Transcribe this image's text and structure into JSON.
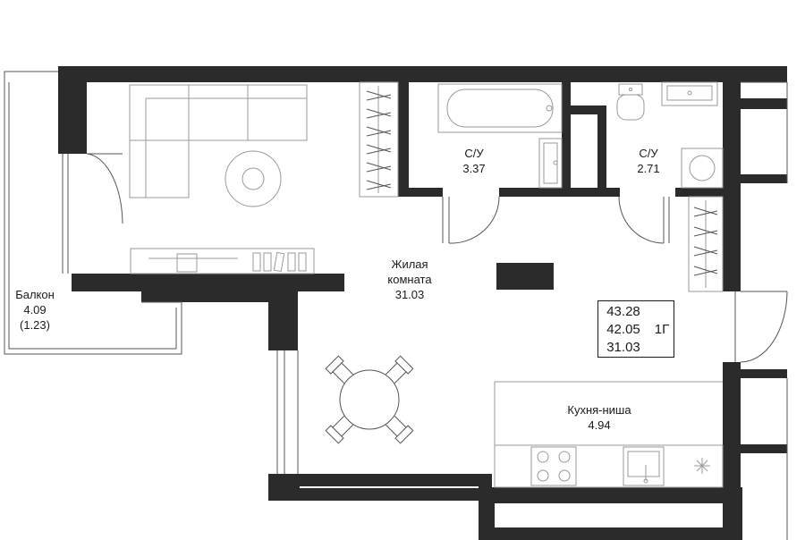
{
  "rooms": {
    "living": {
      "name_line1": "Жилая",
      "name_line2": "комната",
      "area": "31.03"
    },
    "bath1": {
      "name": "С/У",
      "area": "3.37"
    },
    "bath2": {
      "name": "С/У",
      "area": "2.71"
    },
    "balcony": {
      "name": "Балкон",
      "area": "4.09",
      "area_reduced": "(1.23)"
    },
    "kitchen": {
      "name": "Кухня-ниша",
      "area": "4.94"
    }
  },
  "summary": {
    "total_area": "43.28",
    "living_area_total": "42.05",
    "living_room_area": "31.03",
    "apartment_type": "1Г"
  },
  "colors": {
    "wall": "#2b2b2b",
    "line": "#555555",
    "furniture": "#999999"
  }
}
